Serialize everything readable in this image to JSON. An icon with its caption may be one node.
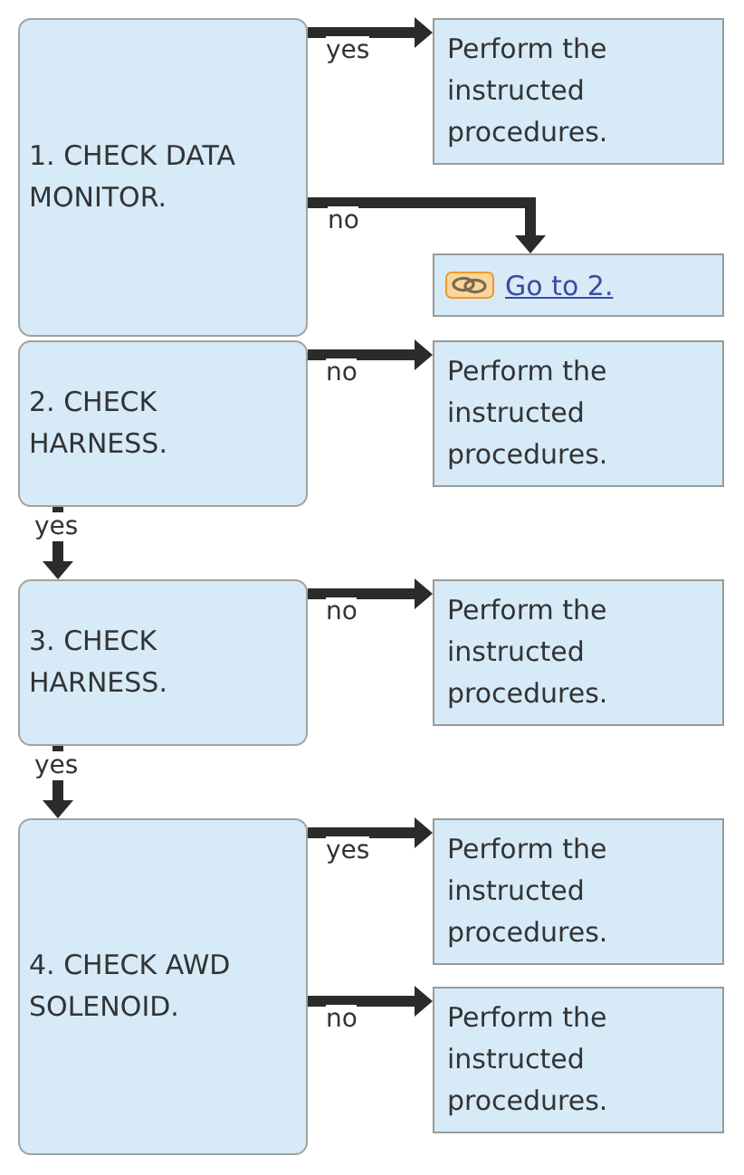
{
  "diagram": {
    "nodes": [
      {
        "text": [
          "1. CHECK DATA MONITOR."
        ]
      },
      {
        "text": [
          "Perform the instructed procedures."
        ]
      },
      {
        "text": [
          "Go to 2."
        ]
      },
      {
        "text": [
          "2. CHECK HARNESS."
        ]
      },
      {
        "text": [
          "Perform the instructed procedures."
        ]
      },
      {
        "text": [
          "3. CHECK HARNESS."
        ]
      },
      {
        "text": [
          "Perform the instructed procedures."
        ]
      },
      {
        "text": [
          "4. CHECK AWD SOLENOID."
        ]
      },
      {
        "text": [
          "Perform the instructed procedures."
        ]
      },
      {
        "text": [
          "Perform the instructed procedures."
        ]
      }
    ],
    "edges": [
      {
        "from": 0,
        "to": 1,
        "arrow": "to",
        "label": "yes"
      },
      {
        "from": 0,
        "to": 2,
        "arrow": "to",
        "label": "no"
      },
      {
        "from": 3,
        "to": 4,
        "arrow": "to",
        "label": "no"
      },
      {
        "from": 3,
        "to": 5,
        "arrow": "to",
        "label": "yes"
      },
      {
        "from": 5,
        "to": 6,
        "arrow": "to",
        "label": "no"
      },
      {
        "from": 5,
        "to": 7,
        "arrow": "to",
        "label": "yes"
      },
      {
        "from": 7,
        "to": 8,
        "arrow": "to",
        "label": "yes"
      },
      {
        "from": 7,
        "to": 9,
        "arrow": "to",
        "label": "no"
      }
    ]
  }
}
